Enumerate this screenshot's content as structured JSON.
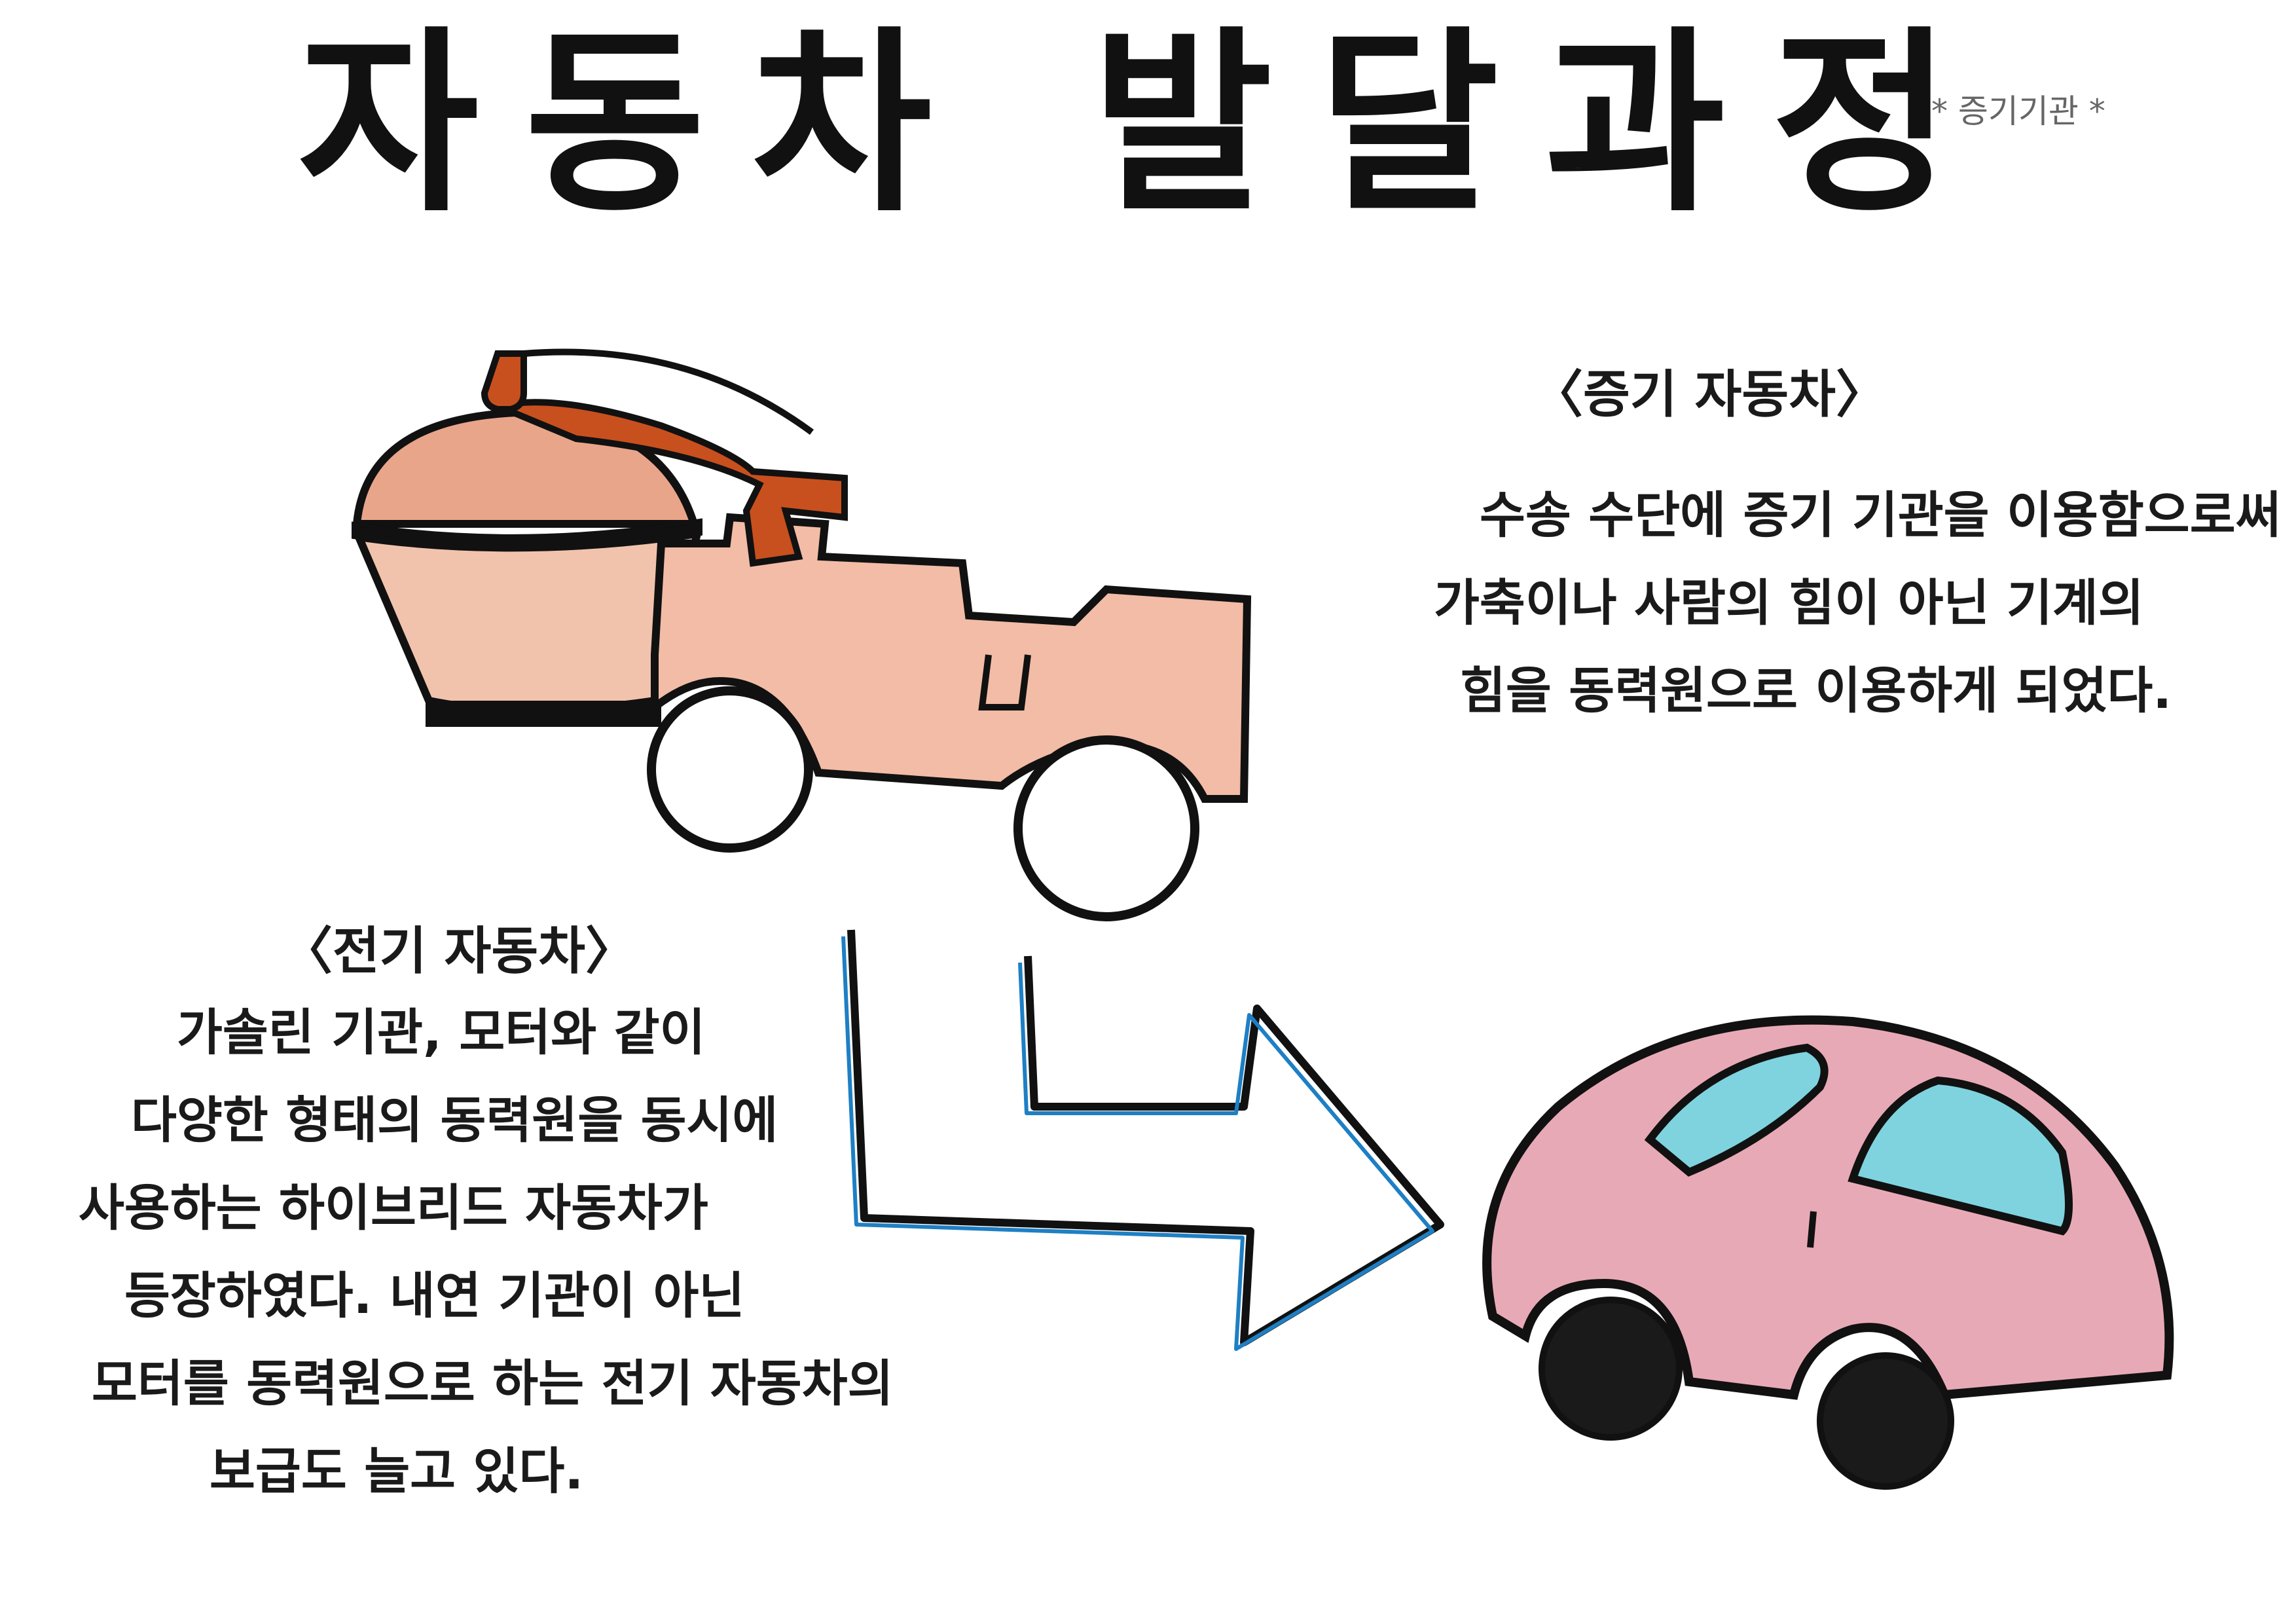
{
  "title": "자동차 발달과정",
  "corner_note": "* 증기기관 *",
  "steam_car": {
    "heading": "〈증기 자동차〉",
    "lines": [
      "수송 수단에 증기 기관을 이용함으로써",
      "가축이나 사람의 힘이 아닌 기계의",
      "힘을 동력원으로 이용하게 되었다."
    ]
  },
  "electric_car": {
    "heading": "〈전기 자동차〉",
    "lines": [
      "가솔린 기관, 모터와 같이",
      "다양한 형태의 동력원을 동시에",
      "사용하는 하이브리드 자동차가",
      "등장하였다. 내연 기관이 아닌",
      "모터를 동력원으로 하는 전기 자동차의",
      "보급도 늘고 있다."
    ]
  },
  "colors": {
    "ink": "#111111",
    "steam_body": "#e9a58a",
    "steam_pipe": "#c8501e",
    "arrow_outline": "#1e7fc4",
    "car_body": "#e8a9b6",
    "car_window": "#7fd3df",
    "wheel": "#1a1a1a"
  }
}
